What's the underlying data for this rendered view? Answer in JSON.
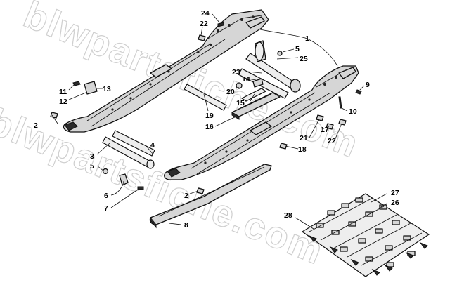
{
  "watermark": {
    "text": "blwpartsfiche.com",
    "color": "#cfcfcf"
  },
  "callouts": [
    {
      "id": "c24",
      "label": "24"
    },
    {
      "id": "c22a",
      "label": "22"
    },
    {
      "id": "c1",
      "label": "1"
    },
    {
      "id": "c5a",
      "label": "5"
    },
    {
      "id": "c25",
      "label": "25"
    },
    {
      "id": "c23",
      "label": "23"
    },
    {
      "id": "c14",
      "label": "14"
    },
    {
      "id": "c20",
      "label": "20"
    },
    {
      "id": "c15",
      "label": "15"
    },
    {
      "id": "c9",
      "label": "9"
    },
    {
      "id": "c10",
      "label": "10"
    },
    {
      "id": "c11",
      "label": "11"
    },
    {
      "id": "c12",
      "label": "12"
    },
    {
      "id": "c13",
      "label": "13"
    },
    {
      "id": "c2a",
      "label": "2"
    },
    {
      "id": "c19",
      "label": "19"
    },
    {
      "id": "c16",
      "label": "16"
    },
    {
      "id": "c21",
      "label": "21"
    },
    {
      "id": "c17",
      "label": "17"
    },
    {
      "id": "c22b",
      "label": "22"
    },
    {
      "id": "c18",
      "label": "18"
    },
    {
      "id": "c3",
      "label": "3"
    },
    {
      "id": "c4",
      "label": "4"
    },
    {
      "id": "c5b",
      "label": "5"
    },
    {
      "id": "c6",
      "label": "6"
    },
    {
      "id": "c7",
      "label": "7"
    },
    {
      "id": "c2b",
      "label": "2"
    },
    {
      "id": "c8",
      "label": "8"
    },
    {
      "id": "c27",
      "label": "27"
    },
    {
      "id": "c26",
      "label": "26"
    },
    {
      "id": "c28",
      "label": "28"
    }
  ]
}
